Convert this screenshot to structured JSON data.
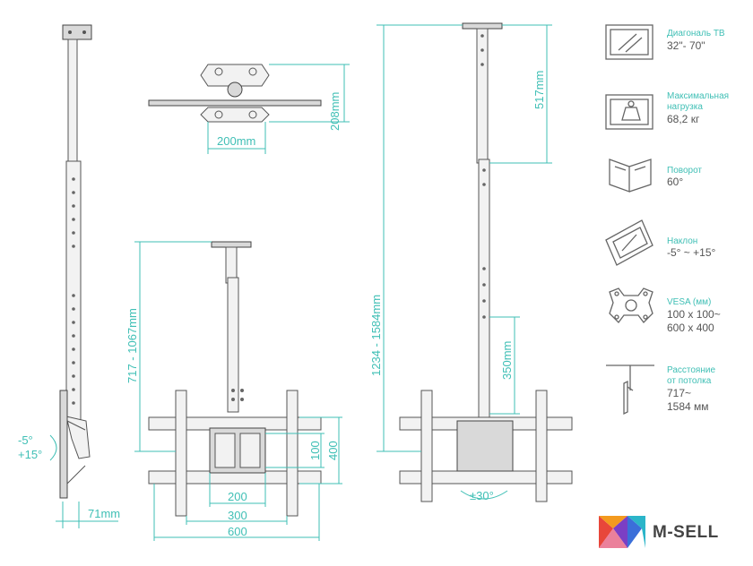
{
  "dimensions": {
    "plate_height": "208mm",
    "plate_width": "200mm",
    "tv_offset": "71mm",
    "tilt_minus": "-5°",
    "tilt_plus": "+15°",
    "height_small": "717 - 1067mm",
    "height_large": "1234 - 1584mm",
    "top_section": "517mm",
    "pole_section": "350mm",
    "vesa_100": "100",
    "vesa_400": "400",
    "vesa_200": "200",
    "vesa_300": "300",
    "vesa_600": "600",
    "rotation": "±30°"
  },
  "specs": [
    {
      "icon": "tv-diagonal-icon",
      "title": "Диагональ ТВ",
      "values": [
        "32\"- 70\""
      ]
    },
    {
      "icon": "max-load-icon",
      "title_lines": [
        "Максимальная",
        "нагрузка"
      ],
      "values": [
        "68,2 кг"
      ]
    },
    {
      "icon": "rotation-icon",
      "title": "Поворот",
      "values": [
        "60°"
      ]
    },
    {
      "icon": "tilt-icon",
      "title": "Наклон",
      "values": [
        "-5° ~ +15°"
      ]
    },
    {
      "icon": "vesa-icon",
      "title": "VESA (мм)",
      "values": [
        "100 x 100~",
        "600 x 400"
      ]
    },
    {
      "icon": "ceiling-distance-icon",
      "title_lines": [
        "Расстояние",
        "от потолка"
      ],
      "values": [
        "717~",
        "1584 мм"
      ]
    }
  ],
  "brand": {
    "name": "M-SELL",
    "colors": [
      "#e8463a",
      "#f39a1e",
      "#3b6fd9",
      "#7b3fc4",
      "#2bb5c9"
    ]
  },
  "accent_color": "#3fbfb5"
}
